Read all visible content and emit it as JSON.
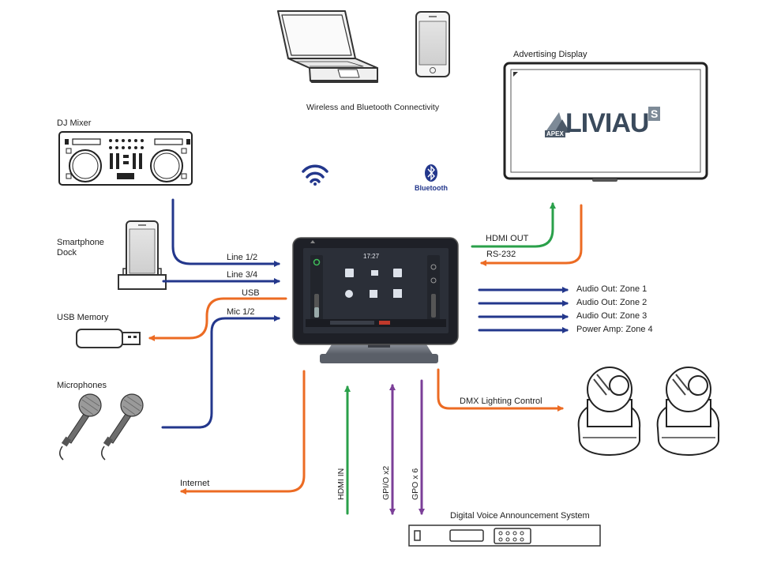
{
  "devices": {
    "dj_mixer": "DJ Mixer",
    "smartphone_dock": "Smartphone\nDock",
    "usb_memory": "USB Memory",
    "microphones": "Microphones",
    "advertising_display": "Advertising Display",
    "digital_voice": "Digital Voice Announcement System"
  },
  "connectivity": {
    "wireless": "Wireless and Bluetooth Connectivity",
    "bluetooth": "Bluetooth"
  },
  "display_logo": {
    "brand": "LIVIAU",
    "suffix": "S",
    "maker": "APEX"
  },
  "connections": {
    "line_1_2": "Line 1/2",
    "line_3_4": "Line 3/4",
    "usb": "USB",
    "mic_1_2": "Mic 1/2",
    "hdmi_out": "HDMI OUT",
    "rs232": "RS-232",
    "audio_zone1": "Audio Out: Zone 1",
    "audio_zone2": "Audio Out: Zone 2",
    "audio_zone3": "Audio Out: Zone 3",
    "power_amp_zone4": "Power Amp: Zone 4",
    "dmx": "DMX Lighting Control",
    "internet": "Internet",
    "hdmi_in": "HDMI IN",
    "gpio": "GPI/O x2",
    "gpo": "GPO x 6"
  },
  "tablet": {
    "time": "17:27"
  },
  "colors": {
    "blue": "#23378c",
    "orange": "#ec6b23",
    "green": "#2aa04a",
    "purple": "#7b3f98",
    "screen_bg": "#2b2f38"
  }
}
